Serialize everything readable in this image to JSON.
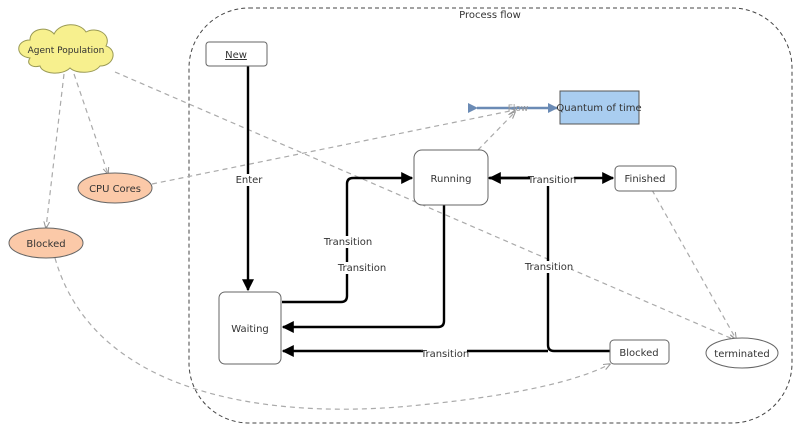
{
  "diagram": {
    "container_title": "Process flow",
    "nodes": {
      "agent_population": "Agent Population",
      "cpu_cores": "CPU Cores",
      "blocked_left": "Blocked",
      "new": "New",
      "waiting": "Waiting",
      "running": "Running",
      "finished": "Finished",
      "blocked_right": "Blocked",
      "terminated": "terminated",
      "quantum": "Quantum of time",
      "flow": "Flow"
    },
    "edge_labels": {
      "enter": "Enter",
      "transition_1": "Transition",
      "transition_2": "Transition",
      "transition_3": "Transition",
      "transition_4": "Transition",
      "transition_5": "Transition"
    },
    "colors": {
      "cloud_fill": "#f7f08e",
      "ellipse_fill": "#fbc9a8",
      "quantum_fill": "#a9cdf0",
      "flow_arrow": "#6b8bb5"
    }
  }
}
